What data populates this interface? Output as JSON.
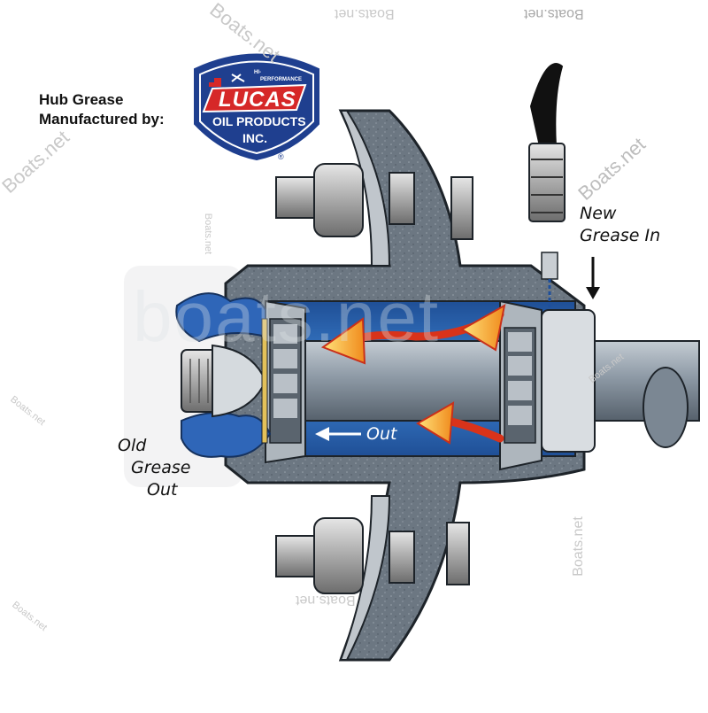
{
  "heading": {
    "line1": "Hub Grease",
    "line2": "Manufactured by:"
  },
  "logo": {
    "tag_line1": "HI-",
    "tag_line2": "PERFORMANCE",
    "brand": "LUCAS",
    "line1": "OIL PRODUCTS",
    "line2": "INC.",
    "registered": "®",
    "colors": {
      "navy": "#1f3f8f",
      "red": "#d62828",
      "white": "#ffffff"
    }
  },
  "labels": {
    "new_grease_line1": "New",
    "new_grease_line2": "Grease In",
    "out": "Out",
    "old_grease_line1": "Old",
    "old_grease_line2": "Grease",
    "old_grease_line3": "Out"
  },
  "watermarks": {
    "text": "Boats.net",
    "big_text": "boats.net"
  },
  "colors": {
    "hub": "#6f7a85",
    "grease": "#2f6fc0",
    "shaft": "#8a97a3",
    "arrow": "#e33a16"
  }
}
